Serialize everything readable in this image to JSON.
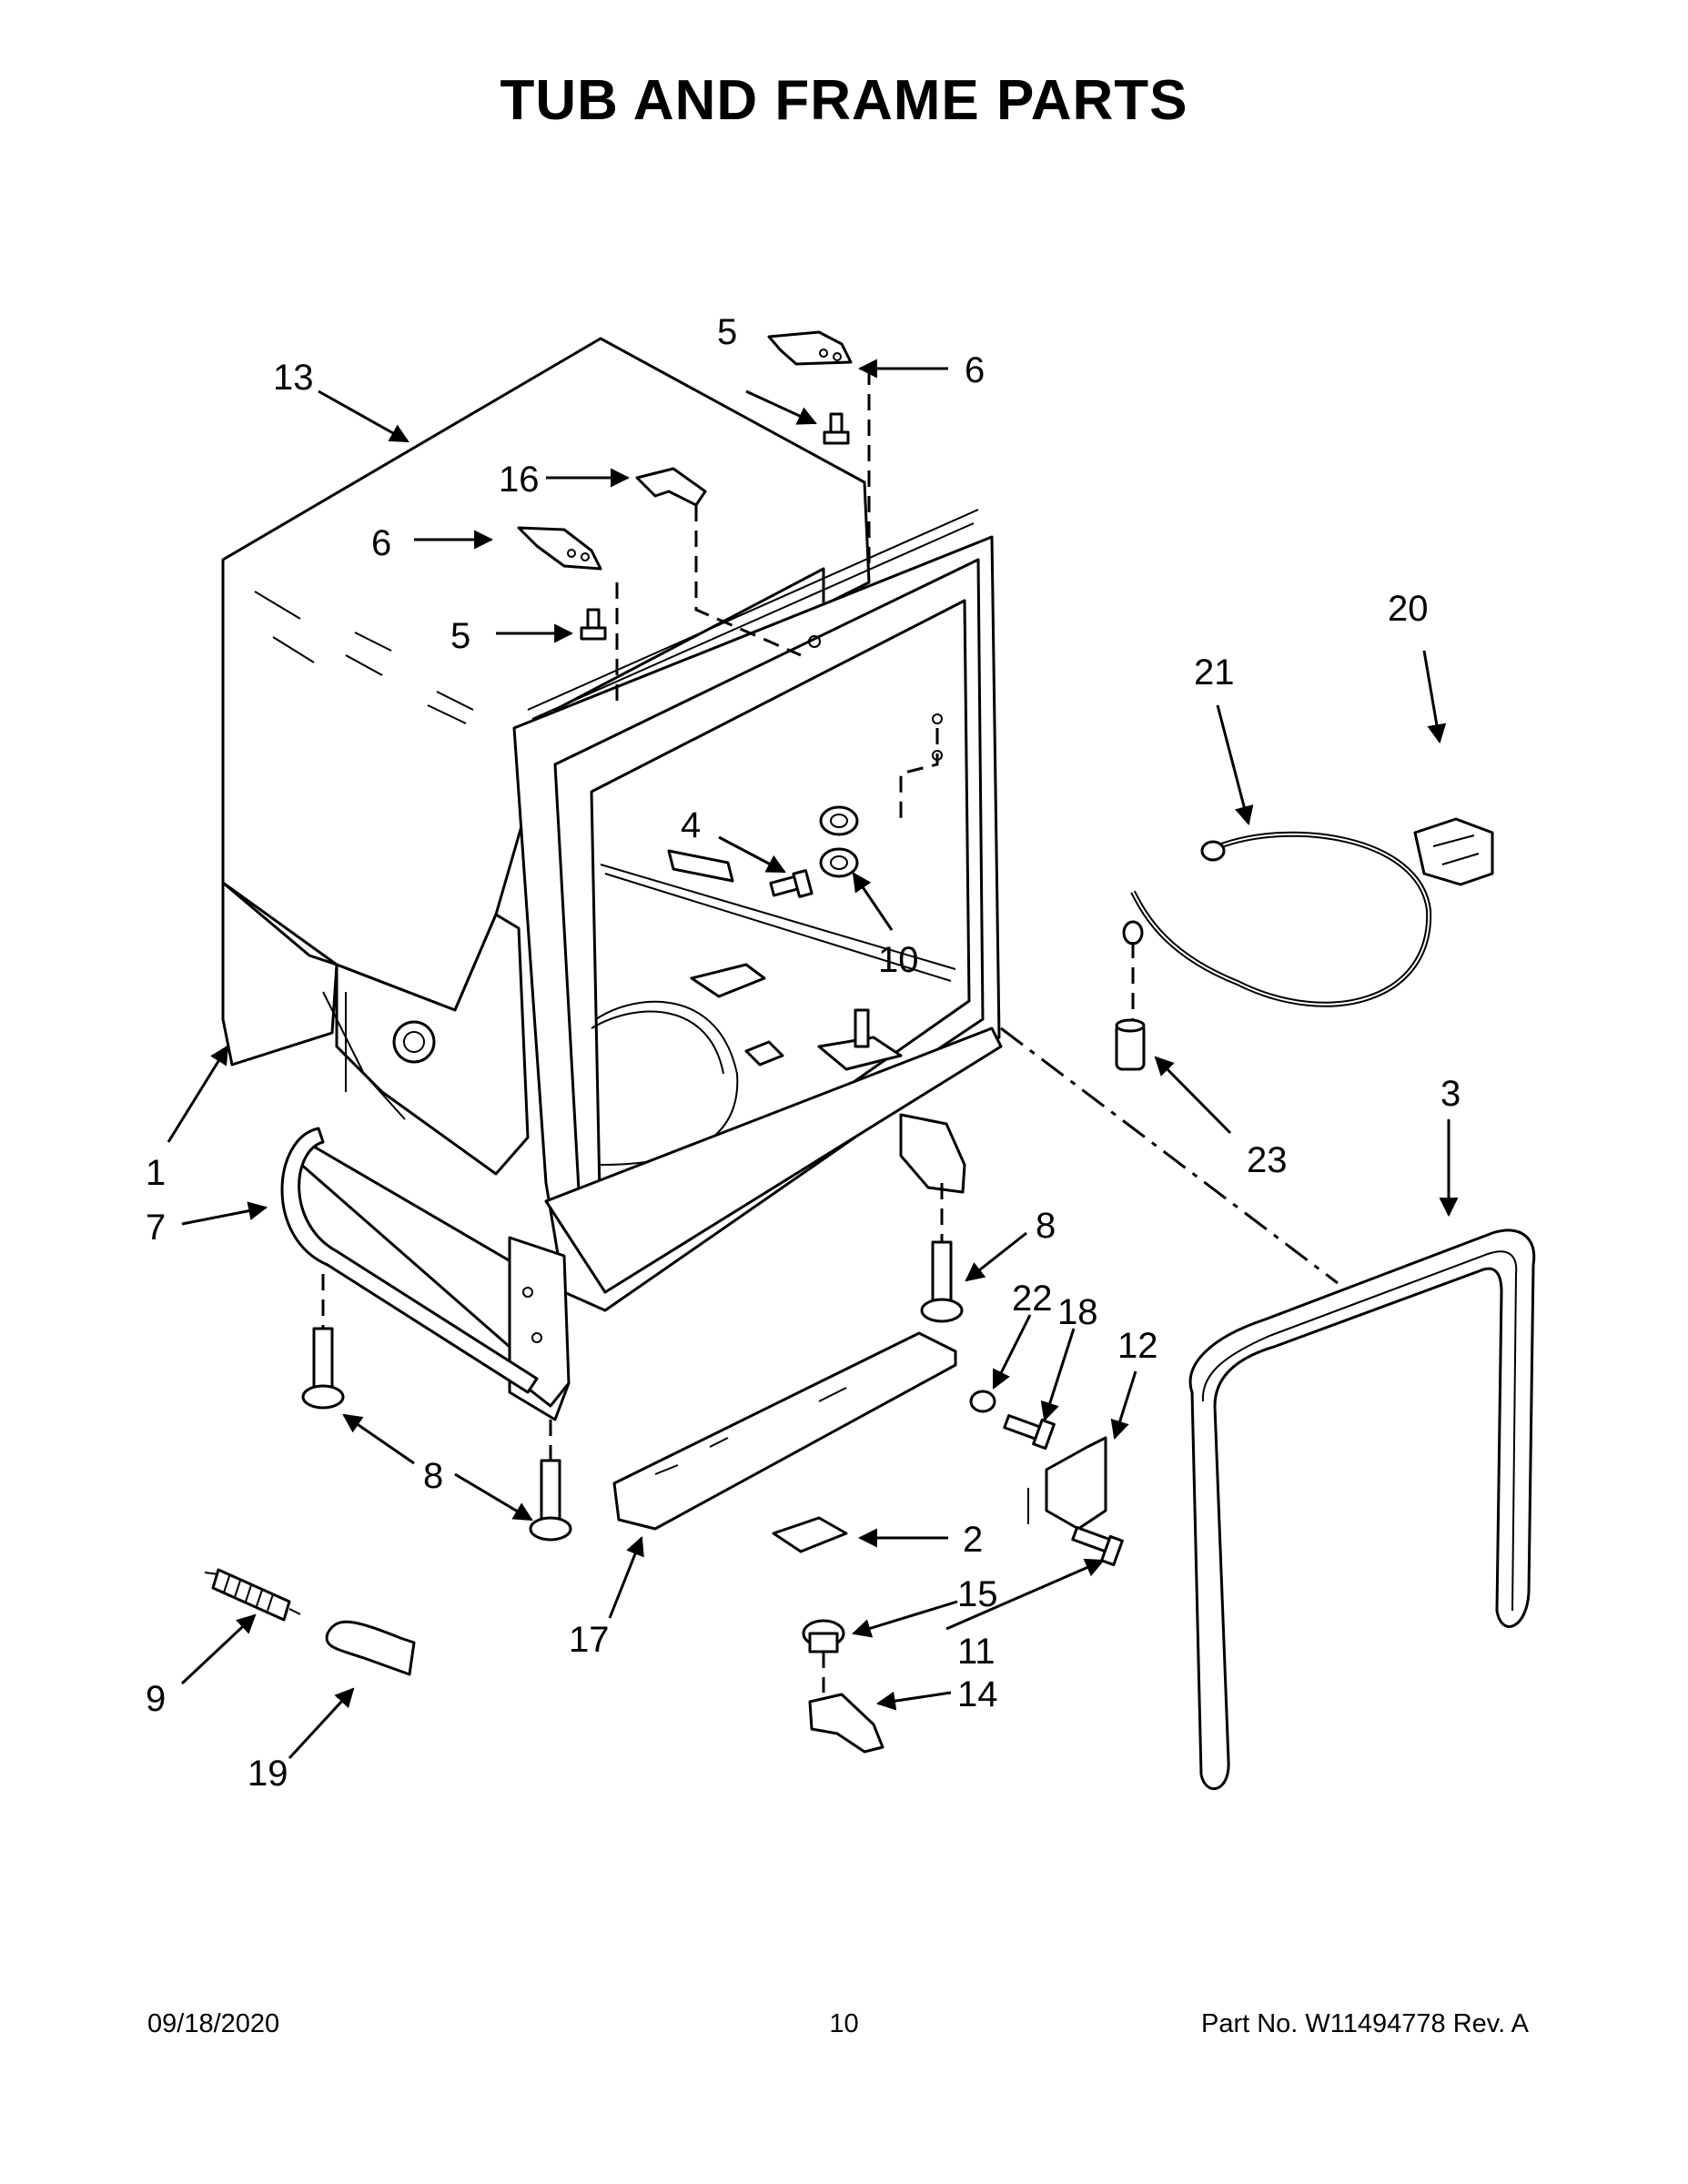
{
  "page": {
    "title": "TUB AND FRAME PARTS",
    "footer": {
      "date": "09/18/2020",
      "page_number": "10",
      "part_no": "Part No.  W11494778  Rev.  A"
    }
  },
  "callouts": [
    "1",
    "2",
    "3",
    "4",
    "5",
    "5",
    "6",
    "6",
    "7",
    "8",
    "8",
    "9",
    "10",
    "11",
    "12",
    "13",
    "14",
    "15",
    "16",
    "17",
    "18",
    "19",
    "20",
    "21",
    "22",
    "23"
  ]
}
